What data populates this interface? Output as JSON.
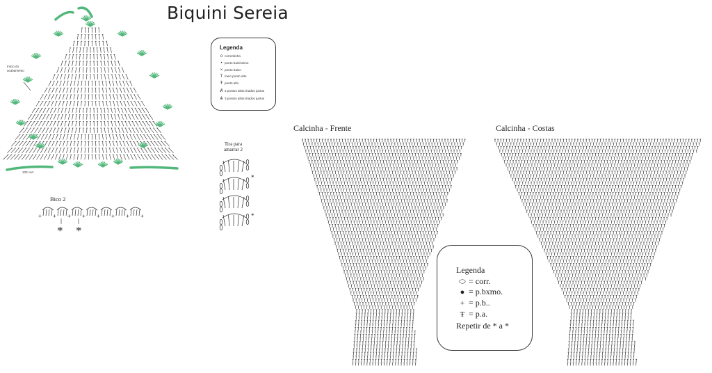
{
  "title": "Biquini Sereia",
  "top_chart": {
    "start_note": "Início do acabamento",
    "chain_note": "100 corr"
  },
  "legend_small": {
    "title": "Legenda",
    "items": [
      {
        "symbol": "o",
        "label": "correntinha"
      },
      {
        "symbol": "•",
        "label": "ponto baixíssimo"
      },
      {
        "symbol": "×",
        "label": "ponto baixo"
      },
      {
        "symbol": "T",
        "label": "meio ponto alto"
      },
      {
        "symbol": "Ŧ",
        "label": "ponto alto"
      },
      {
        "symbol": "Ⱥ",
        "label": "2 pontos altos tirados juntos"
      },
      {
        "symbol": "Ѧ",
        "label": "3 pontos altos tirados juntos"
      }
    ]
  },
  "bico": {
    "label": "Bico 2",
    "asterisk": "*"
  },
  "tira": {
    "label_line1": "Tira para",
    "label_line2": "amarrar 2",
    "asterisk": "*"
  },
  "calcinha_frente": {
    "label": "Calcinha - Frente"
  },
  "calcinha_costas": {
    "label": "Calcinha - Costas"
  },
  "legend_big": {
    "title": "Legenda",
    "items": [
      {
        "symbol": "⬭",
        "label": "= corr."
      },
      {
        "symbol": "●",
        "label": "= p.bxmo."
      },
      {
        "symbol": "+",
        "label": "= p.b.."
      },
      {
        "symbol": "Ŧ",
        "label": "= p.a."
      }
    ],
    "repeat": "Repetir de * a *"
  },
  "colors": {
    "accent": "#52b77a",
    "ink": "#2b2b2b"
  }
}
